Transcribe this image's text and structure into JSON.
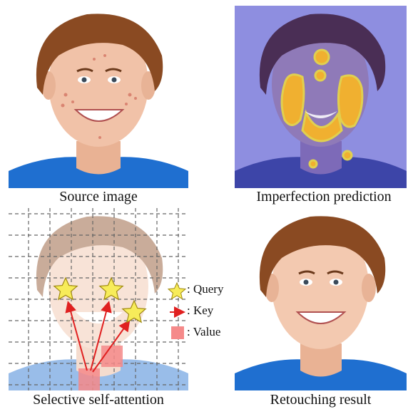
{
  "captions": {
    "source": "Source image",
    "imperfection": "Imperfection prediction",
    "attention": "Selective self-attention",
    "result": "Retouching result"
  },
  "legend": {
    "query": ": Query",
    "key": ": Key",
    "value": ": Value"
  },
  "colors": {
    "hair": "#8a4a22",
    "skin": "#f1c2a8",
    "shirt": "#1f6fd0",
    "overlay": "#6f6fd6",
    "heat": "#f0b030",
    "star": "#f7ec5a",
    "arrow": "#e02020",
    "value_box": "#f58a8a"
  }
}
